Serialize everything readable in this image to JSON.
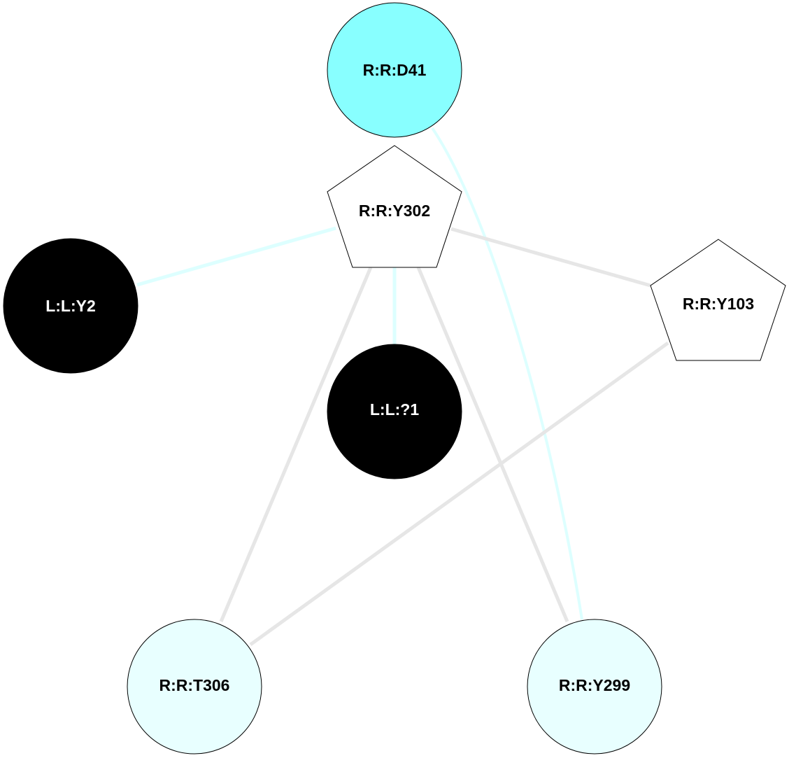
{
  "colors": {
    "edge_gray": "#e6e6e6",
    "edge_cyan": "#ddffff",
    "node_cyan": "#88ffff",
    "node_light": "#e8ffff",
    "node_black": "#000000",
    "node_white": "#ffffff",
    "outline": "#000000"
  },
  "nodes": {
    "d41": {
      "label": "R:R:D41",
      "shape": "circle"
    },
    "y302": {
      "label": "R:R:Y302",
      "shape": "pentagon"
    },
    "y2": {
      "label": "L:L:Y2",
      "shape": "circle"
    },
    "y103": {
      "label": "R:R:Y103",
      "shape": "pentagon"
    },
    "q1": {
      "label": "L:L:?1",
      "shape": "circle"
    },
    "t306": {
      "label": "R:R:T306",
      "shape": "circle"
    },
    "y299": {
      "label": "R:R:Y299",
      "shape": "circle"
    }
  },
  "edges": [
    {
      "from": "R:R:D41",
      "to": "R:R:Y299"
    },
    {
      "from": "R:R:Y302",
      "to": "L:L:Y2"
    },
    {
      "from": "R:R:Y302",
      "to": "R:R:Y103"
    },
    {
      "from": "R:R:Y302",
      "to": "L:L:?1"
    },
    {
      "from": "R:R:Y302",
      "to": "R:R:T306"
    },
    {
      "from": "R:R:Y302",
      "to": "R:R:Y299"
    },
    {
      "from": "R:R:Y103",
      "to": "R:R:T306"
    }
  ]
}
